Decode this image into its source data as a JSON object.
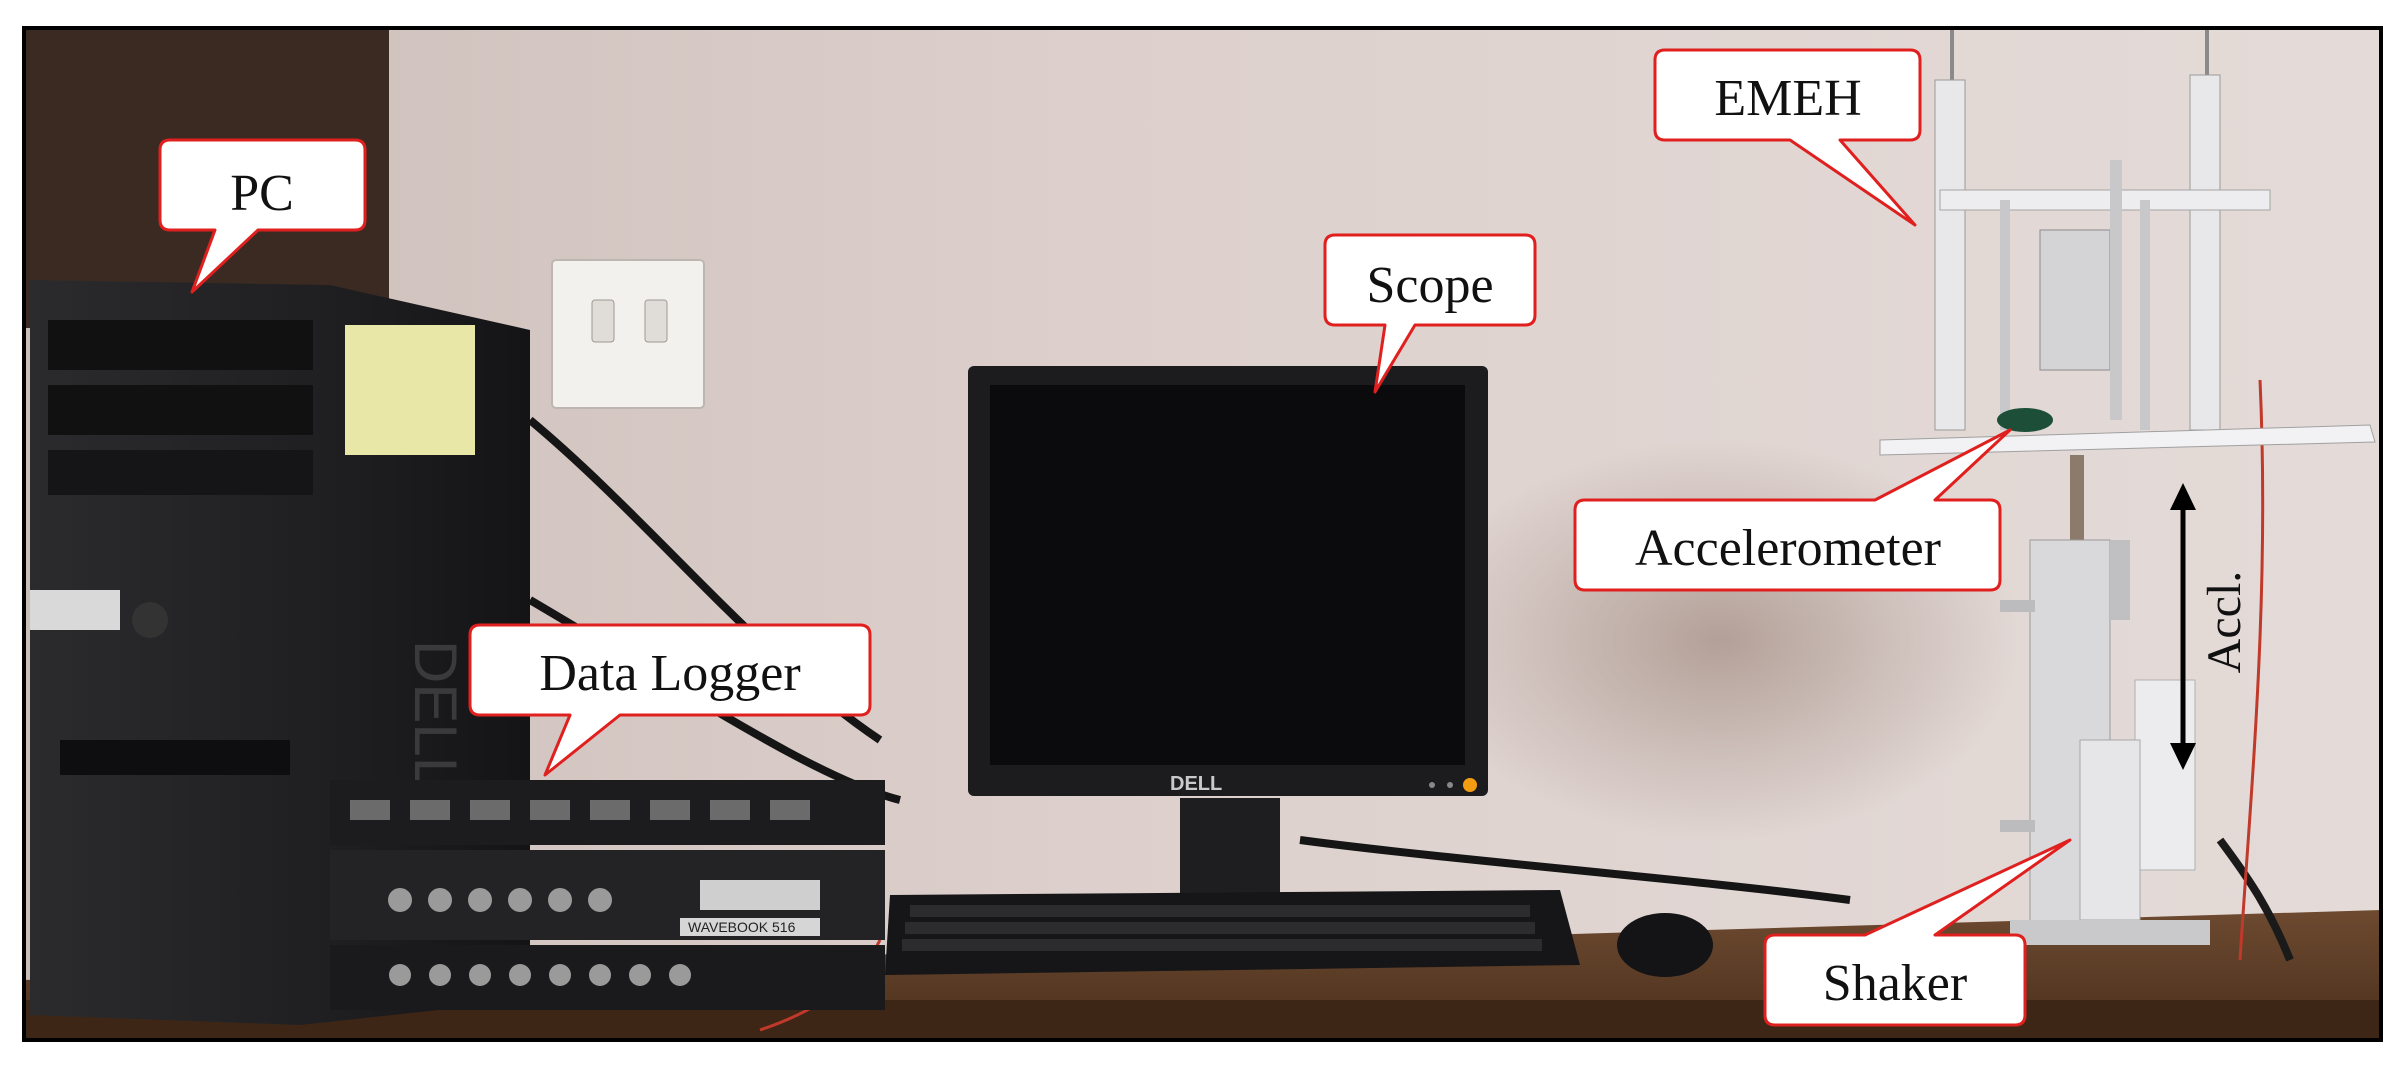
{
  "figure": {
    "labels": {
      "pc": "PC",
      "data_logger": "Data Logger",
      "scope": "Scope",
      "emeh": "EMEH",
      "accelerometer": "Accelerometer",
      "shaker": "Shaker",
      "accel_axis": "Accl."
    },
    "device_text": {
      "monitor_brand": "DELL",
      "pc_brand": "DELL",
      "logger_model": "WAVEBOOK 516"
    },
    "colors": {
      "callout_border": "#e0201f",
      "callout_fill": "#ffffff",
      "wall": "#d9ccc8",
      "desk": "#5a3a24",
      "equipment": "#1e1e20",
      "frame": "#000000"
    }
  }
}
